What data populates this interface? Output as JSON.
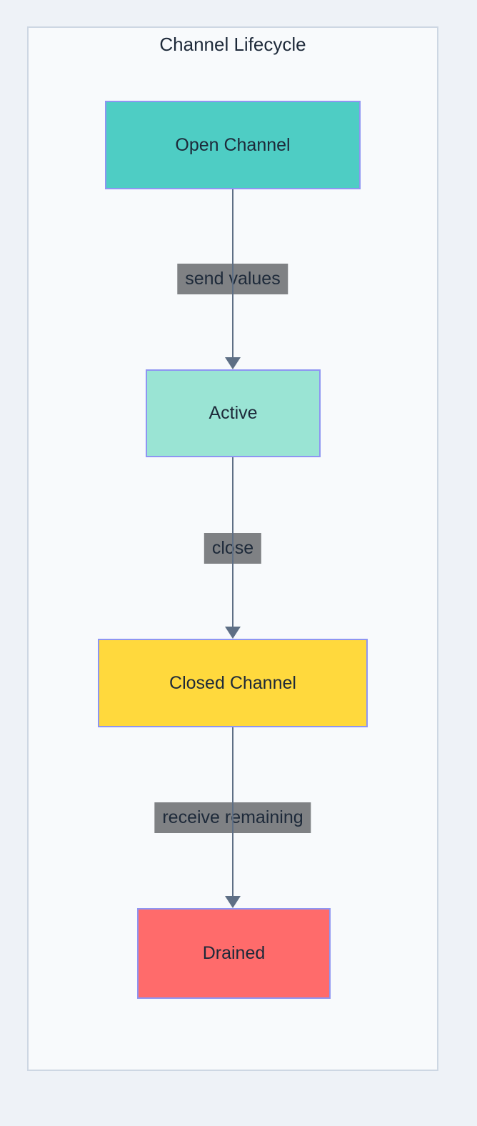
{
  "diagram": {
    "type": "flowchart",
    "direction": "top-down",
    "title": "Channel Lifecycle",
    "nodes": [
      {
        "id": "open",
        "label": "Open Channel",
        "fill": "#4ECDC4"
      },
      {
        "id": "active",
        "label": "Active",
        "fill": "#9AE4D4"
      },
      {
        "id": "closed",
        "label": "Closed Channel",
        "fill": "#FFD93D"
      },
      {
        "id": "drained",
        "label": "Drained",
        "fill": "#FF6B6B"
      }
    ],
    "edges": [
      {
        "from": "open",
        "to": "active",
        "label": "send values"
      },
      {
        "from": "active",
        "to": "closed",
        "label": "close"
      },
      {
        "from": "closed",
        "to": "drained",
        "label": "receive remaining"
      }
    ],
    "colors": {
      "page_bg": "#EEF2F7",
      "canvas_bg": "#F8FAFC",
      "canvas_border": "#CDD7E3",
      "node_border": "#8E95F2",
      "node_text": "#1D2939",
      "edge_line": "#5E6F85",
      "edge_label_bg": "#7F8184",
      "edge_label_text": "#1D2939"
    }
  }
}
